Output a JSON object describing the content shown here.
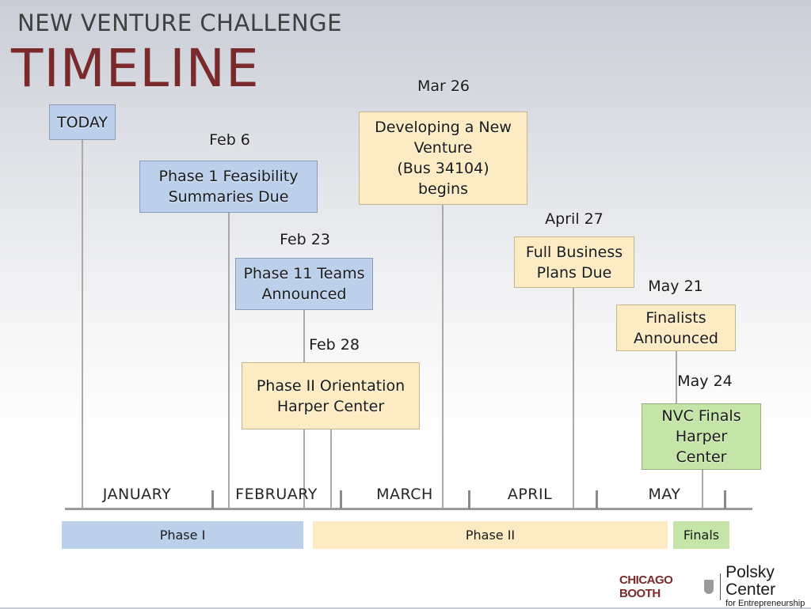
{
  "header": {
    "subtitle": "NEW VENTURE CHALLENGE",
    "title": "TIMELINE"
  },
  "events": [
    {
      "id": "today",
      "date": "",
      "label": "TODAY",
      "color": "blue"
    },
    {
      "id": "phase1-summaries",
      "date": "Feb 6",
      "label": "Phase 1 Feasibility\nSummaries Due",
      "color": "blue"
    },
    {
      "id": "phase11-teams",
      "date": "Feb 23",
      "label": "Phase 11 Teams\nAnnounced",
      "color": "blue"
    },
    {
      "id": "phase2-orientation",
      "date": "Feb 28",
      "label": "Phase II Orientation\nHarper Center",
      "color": "cream"
    },
    {
      "id": "developing-venture",
      "date": "Mar 26",
      "label": "Developing a New\nVenture\n(Bus 34104)\nbegins",
      "color": "cream"
    },
    {
      "id": "business-plans",
      "date": "April 27",
      "label": "Full Business\nPlans Due",
      "color": "cream"
    },
    {
      "id": "finalists",
      "date": "May 21",
      "label": "Finalists\nAnnounced",
      "color": "cream"
    },
    {
      "id": "nvc-finals",
      "date": "May 24",
      "label": "NVC Finals\nHarper\nCenter",
      "color": "green"
    }
  ],
  "months": [
    "JANUARY",
    "FEBRUARY",
    "MARCH",
    "APRIL",
    "MAY"
  ],
  "phases": [
    "Phase I",
    "Phase II",
    "Finals"
  ],
  "colors": {
    "blue": "#bcd0ec",
    "cream": "#fdebc4",
    "green": "#c5e5a8",
    "title": "#7a2a2a"
  },
  "logo": {
    "school": "CHICAGO BOOTH",
    "center": "Polsky Center",
    "tagline": "for Entrepreneurship"
  }
}
